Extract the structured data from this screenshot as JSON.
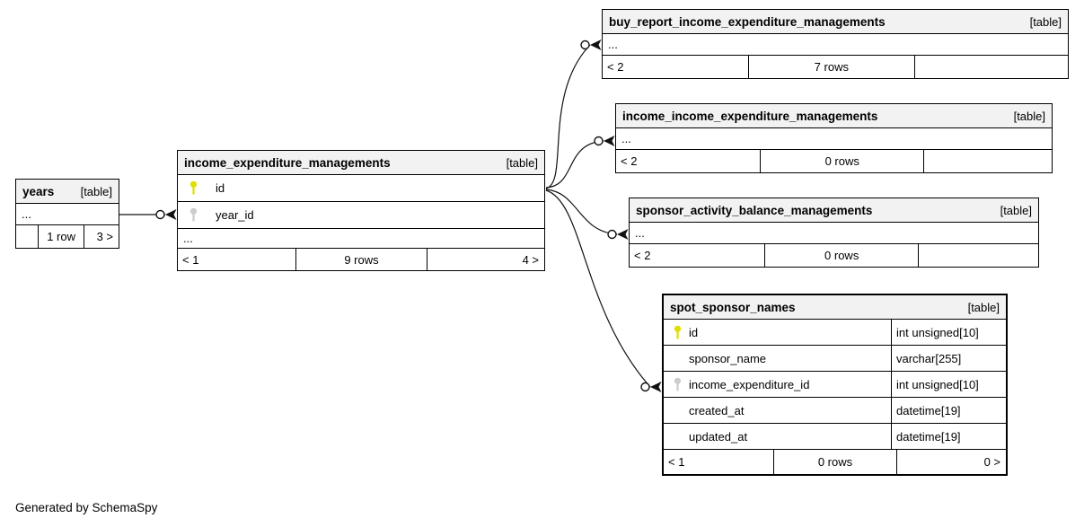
{
  "page": {
    "credit": "Generated by SchemaSpy"
  },
  "colors": {
    "primary_key": "#dede00",
    "foreign_key": "#cccccc",
    "header_bg": "#f2f2f2",
    "border": "#000000"
  },
  "tables": {
    "years": {
      "name": "years",
      "tag": "[table]",
      "ellipsis": "...",
      "footer": {
        "left": "",
        "center": "1 row",
        "right": "3 >"
      }
    },
    "income_expenditure_managements": {
      "name": "income_expenditure_managements",
      "tag": "[table]",
      "columns": [
        {
          "name": "id",
          "key": "primary"
        },
        {
          "name": "year_id",
          "key": "foreign"
        }
      ],
      "ellipsis": "...",
      "footer": {
        "left": "< 1",
        "center": "9 rows",
        "right": "4 >"
      }
    },
    "buy_report_income_expenditure_managements": {
      "name": "buy_report_income_expenditure_managements",
      "tag": "[table]",
      "ellipsis": "...",
      "footer": {
        "left": "< 2",
        "center": "7 rows",
        "right": ""
      }
    },
    "income_income_expenditure_managements": {
      "name": "income_income_expenditure_managements",
      "tag": "[table]",
      "ellipsis": "...",
      "footer": {
        "left": "< 2",
        "center": "0 rows",
        "right": ""
      }
    },
    "sponsor_activity_balance_managements": {
      "name": "sponsor_activity_balance_managements",
      "tag": "[table]",
      "ellipsis": "...",
      "footer": {
        "left": "< 2",
        "center": "0 rows",
        "right": ""
      }
    },
    "spot_sponsor_names": {
      "name": "spot_sponsor_names",
      "tag": "[table]",
      "columns": [
        {
          "name": "id",
          "type": "int unsigned[10]",
          "key": "primary"
        },
        {
          "name": "sponsor_name",
          "type": "varchar[255]",
          "key": ""
        },
        {
          "name": "income_expenditure_id",
          "type": "int unsigned[10]",
          "key": "foreign"
        },
        {
          "name": "created_at",
          "type": "datetime[19]",
          "key": ""
        },
        {
          "name": "updated_at",
          "type": "datetime[19]",
          "key": ""
        }
      ],
      "footer": {
        "left": "< 1",
        "center": "0 rows",
        "right": "0 >"
      }
    }
  },
  "relationships": [
    {
      "from": "years",
      "to": "income_expenditure_managements.year_id",
      "cardinality": "zero-or-many"
    },
    {
      "from": "income_expenditure_managements.id",
      "to": "buy_report_income_expenditure_managements",
      "cardinality": "zero-or-many"
    },
    {
      "from": "income_expenditure_managements.id",
      "to": "income_income_expenditure_managements",
      "cardinality": "zero-or-many"
    },
    {
      "from": "income_expenditure_managements.id",
      "to": "sponsor_activity_balance_managements",
      "cardinality": "zero-or-many"
    },
    {
      "from": "income_expenditure_managements.id",
      "to": "spot_sponsor_names.income_expenditure_id",
      "cardinality": "zero-or-many"
    }
  ]
}
